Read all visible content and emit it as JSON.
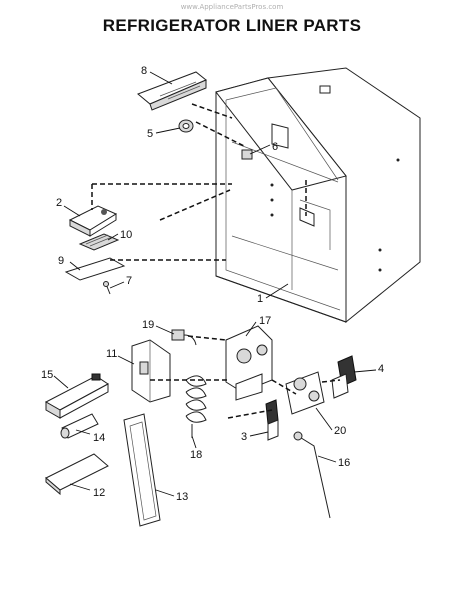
{
  "watermark": "www.AppliancePartsPros.com",
  "title": "REFRIGERATOR LINER PARTS",
  "callouts": [
    "1",
    "2",
    "3",
    "4",
    "5",
    "6",
    "7",
    "8",
    "9",
    "10",
    "11",
    "12",
    "13",
    "14",
    "15",
    "16",
    "17",
    "18",
    "19",
    "20"
  ]
}
